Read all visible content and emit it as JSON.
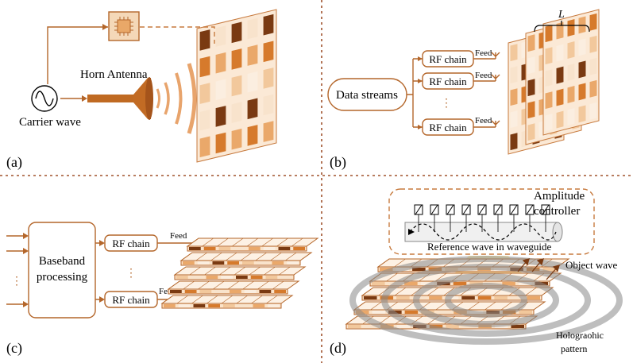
{
  "panels": {
    "a": {
      "tag": "(a)",
      "horn_label": "Horn Antenna",
      "source_label": "Carrier wave"
    },
    "b": {
      "tag": "(b)",
      "streams_label": "Data streams",
      "rf_label": "RF chain",
      "feed_label": "Feed",
      "spacing_label": "L"
    },
    "c": {
      "tag": "(c)",
      "baseband_line1": "Baseband",
      "baseband_line2": "processing",
      "rf_label": "RF chain",
      "feed_label": "Feed"
    },
    "d": {
      "tag": "(d)",
      "amp_line1": "Amplitude",
      "amp_line2": "controller",
      "ref_wave_label": "Reference wave in waveguide",
      "object_wave_label": "Object wave",
      "holo_line1": "Holograohic",
      "holo_line2": "pattern"
    }
  },
  "colors": {
    "accent": "#b4662a",
    "dark": "#7a3a12",
    "mid": "#d67a2c",
    "light": "#f2c89c",
    "pale": "#f8e3cc",
    "divider": "#a0522d"
  }
}
